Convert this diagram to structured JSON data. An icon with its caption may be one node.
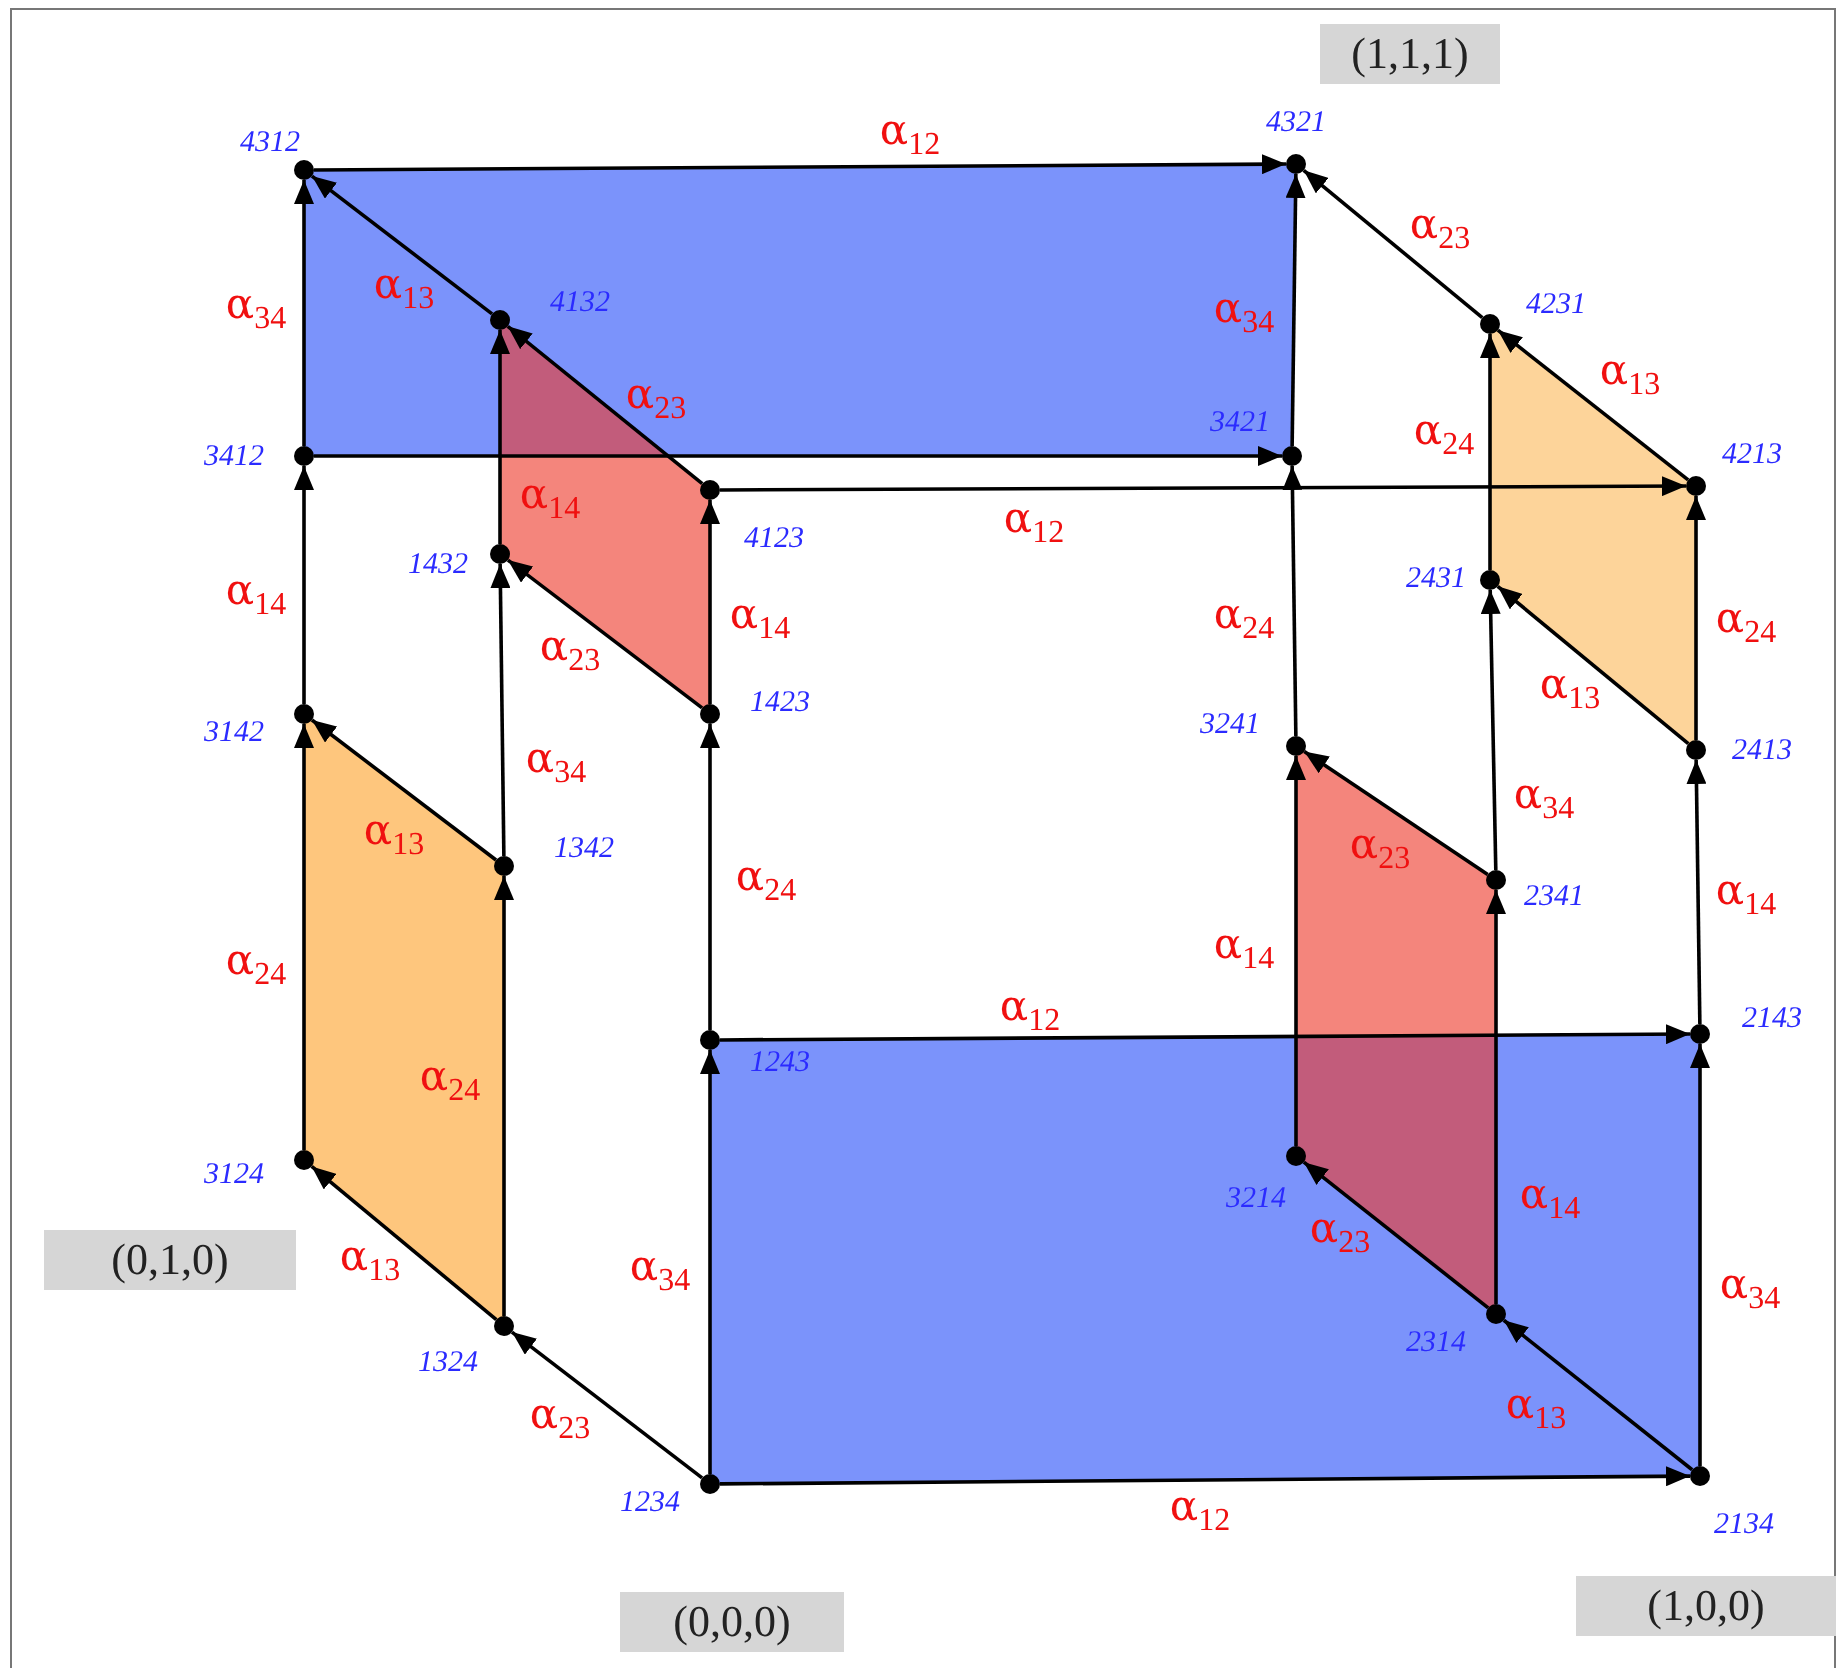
{
  "diagram": {
    "nodes": [
      {
        "text": [],
        "shape": "circle",
        "beside": [
          "4312"
        ]
      },
      {
        "text": [],
        "shape": "circle",
        "beside": [
          "4321"
        ]
      },
      {
        "text": [],
        "shape": "circle",
        "beside": [
          "4132"
        ]
      },
      {
        "text": [],
        "shape": "circle",
        "beside": [
          "4231"
        ]
      },
      {
        "text": [],
        "shape": "circle",
        "beside": [
          "3412"
        ]
      },
      {
        "text": [],
        "shape": "circle",
        "beside": [
          "3421"
        ]
      },
      {
        "text": [],
        "shape": "circle",
        "beside": [
          "4123"
        ]
      },
      {
        "text": [],
        "shape": "circle",
        "beside": [
          "4213"
        ]
      },
      {
        "text": [],
        "shape": "circle",
        "beside": [
          "1432"
        ]
      },
      {
        "text": [],
        "shape": "circle",
        "beside": [
          "2431"
        ]
      },
      {
        "text": [],
        "shape": "circle",
        "beside": [
          "3142"
        ]
      },
      {
        "text": [],
        "shape": "circle",
        "beside": [
          "1423"
        ]
      },
      {
        "text": [],
        "shape": "circle",
        "beside": [
          "3241"
        ]
      },
      {
        "text": [],
        "shape": "circle",
        "beside": [
          "2413"
        ]
      },
      {
        "text": [],
        "shape": "circle",
        "beside": [
          "1342"
        ]
      },
      {
        "text": [],
        "shape": "circle",
        "beside": [
          "2341"
        ]
      },
      {
        "text": [],
        "shape": "circle",
        "beside": [
          "1243"
        ]
      },
      {
        "text": [],
        "shape": "circle",
        "beside": [
          "2143"
        ]
      },
      {
        "text": [],
        "shape": "circle",
        "beside": [
          "3124"
        ]
      },
      {
        "text": [],
        "shape": "circle",
        "beside": [
          "3214"
        ]
      },
      {
        "text": [],
        "shape": "circle",
        "beside": [
          "1324"
        ]
      },
      {
        "text": [],
        "shape": "circle",
        "beside": [
          "2314"
        ]
      },
      {
        "text": [],
        "shape": "circle",
        "beside": [
          "1234"
        ]
      },
      {
        "text": [],
        "shape": "circle",
        "beside": [
          "2134"
        ]
      }
    ],
    "edges": [
      {
        "from": 22,
        "to": 23,
        "arrow": "to",
        "label": "α$_{12}$"
      },
      {
        "from": 22,
        "to": 16,
        "arrow": "to",
        "label": "α$_{34}$"
      },
      {
        "from": 22,
        "to": 20,
        "arrow": "to",
        "label": "α$_{23}$"
      },
      {
        "from": 23,
        "to": 17,
        "arrow": "to",
        "label": "α$_{34}$"
      },
      {
        "from": 23,
        "to": 21,
        "arrow": "to",
        "label": "α$_{13}$"
      },
      {
        "from": 16,
        "to": 17,
        "arrow": "to",
        "label": "α$_{12}$"
      },
      {
        "from": 16,
        "to": 11,
        "arrow": "to",
        "label": "α$_{24}$"
      },
      {
        "from": 17,
        "to": 13,
        "arrow": "to",
        "label": "α$_{14}$"
      },
      {
        "from": 20,
        "to": 18,
        "arrow": "to",
        "label": "α$_{13}$"
      },
      {
        "from": 20,
        "to": 14,
        "arrow": "to",
        "label": "α$_{24}$"
      },
      {
        "from": 18,
        "to": 10,
        "arrow": "to",
        "label": "α$_{24}$"
      },
      {
        "from": 14,
        "to": 10,
        "arrow": "to",
        "label": "α$_{13}$"
      },
      {
        "from": 14,
        "to": 8,
        "arrow": "to",
        "label": "α$_{34}$"
      },
      {
        "from": 10,
        "to": 4,
        "arrow": "to",
        "label": "α$_{14}$"
      },
      {
        "from": 11,
        "to": 8,
        "arrow": "to",
        "label": "α$_{23}$"
      },
      {
        "from": 11,
        "to": 6,
        "arrow": "to",
        "label": "α$_{14}$"
      },
      {
        "from": 8,
        "to": 2,
        "arrow": "to",
        "label": "α$_{14}$"
      },
      {
        "from": 6,
        "to": 2,
        "arrow": "to",
        "label": "α$_{23}$"
      },
      {
        "from": 4,
        "to": 0,
        "arrow": "to",
        "label": "α$_{34}$"
      },
      {
        "from": 2,
        "to": 0,
        "arrow": "to",
        "label": "α$_{13}$"
      },
      {
        "from": 4,
        "to": 5,
        "arrow": "to"
      },
      {
        "from": 0,
        "to": 1,
        "arrow": "to",
        "label": "α$_{12}$"
      },
      {
        "from": 5,
        "to": 1,
        "arrow": "to",
        "label": "α$_{34}$"
      },
      {
        "from": 6,
        "to": 7,
        "arrow": "to",
        "label": "α$_{12}$"
      },
      {
        "from": 3,
        "to": 1,
        "arrow": "to",
        "label": "α$_{23}$"
      },
      {
        "from": 7,
        "to": 3,
        "arrow": "to",
        "label": "α$_{13}$"
      },
      {
        "from": 9,
        "to": 3,
        "arrow": "to",
        "label": "α$_{24}$"
      },
      {
        "from": 13,
        "to": 7,
        "arrow": "to",
        "label": "α$_{24}$"
      },
      {
        "from": 13,
        "to": 9,
        "arrow": "to",
        "label": "α$_{13}$"
      },
      {
        "from": 12,
        "to": 5,
        "arrow": "to",
        "label": "α$_{24}$"
      },
      {
        "from": 15,
        "to": 9,
        "arrow": "to",
        "label": "α$_{34}$"
      },
      {
        "from": 15,
        "to": 12,
        "arrow": "to",
        "label": "α$_{23}$"
      },
      {
        "from": 19,
        "to": 12,
        "arrow": "to",
        "label": "α$_{14}$"
      },
      {
        "from": 21,
        "to": 15,
        "arrow": "to",
        "label": "α$_{14}$"
      },
      {
        "from": 21,
        "to": 19,
        "arrow": "to",
        "label": "α$_{23}$"
      }
    ],
    "labels": [
      "(1,1,1)",
      "(0,1,0)",
      "(0,0,0)",
      "(1,0,0)"
    ]
  }
}
